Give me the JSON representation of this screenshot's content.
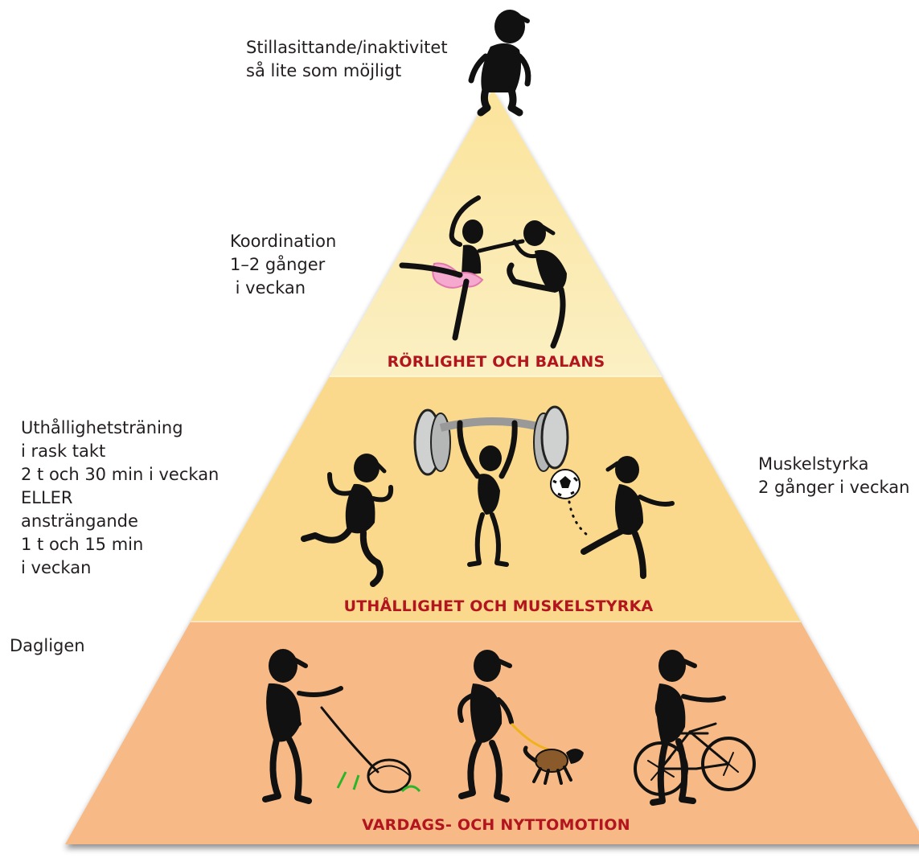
{
  "tiers": {
    "top": {
      "title": "RÖRLIGHET OCH BALANS",
      "color": "#fbeebc"
    },
    "middle": {
      "title": "UTHÅLLIGHET OCH MUSKELSTYRKA",
      "color": "#fad98c"
    },
    "bottom": {
      "title": "VARDAGS- OCH NYTTOMOTION",
      "color": "#f7ba86"
    }
  },
  "annotations": {
    "inactivity": [
      "Stillasittande/inaktivitet",
      "så lite som möjligt"
    ],
    "coordination": [
      "Koordination",
      "1–2 gånger",
      " i veckan"
    ],
    "endurance": [
      "Uthållighetsträning",
      "i rask takt",
      "2 t och 30 min i veckan",
      "ELLER",
      "ansträngande",
      "1 t och 15 min",
      "i veckan"
    ],
    "muscle": [
      "Muskelstyrka",
      "2 gånger i veckan"
    ],
    "daily": [
      "Dagligen"
    ]
  },
  "colors": {
    "tier_title": "#b3151e",
    "text": "#231f20",
    "figure": "#111111",
    "tutu": "#f6a9cf",
    "dog": "#8b5a2b",
    "leash": "#f0b21b",
    "grass": "#2bb52b"
  },
  "icons": [
    "sitting-person-icon",
    "ballerina-icon",
    "kicking-dancer-icon",
    "runner-icon",
    "weightlifter-icon",
    "soccer-player-icon",
    "lawn-mower-person-icon",
    "dog-walker-icon",
    "cyclist-icon"
  ]
}
